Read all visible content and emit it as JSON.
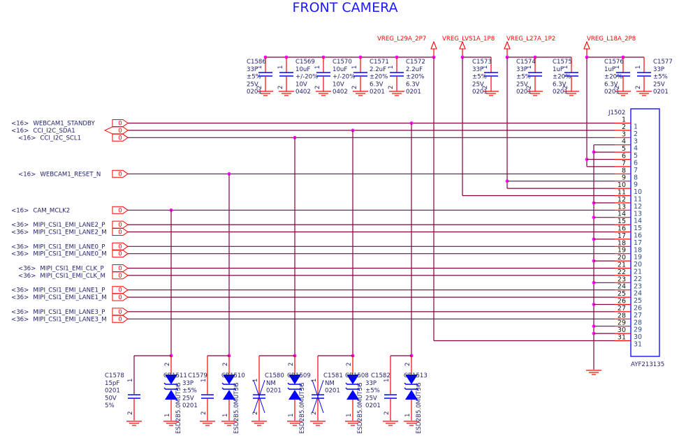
{
  "title": "FRONT CAMERA",
  "port_marker": "0",
  "pin_labels": {
    "one": "1",
    "two": "2"
  },
  "power_rails": [
    {
      "name": "VREG_L29A_2P7"
    },
    {
      "name": "VREG_LVS1A_1P8"
    },
    {
      "name": "VREG_L27A_1P2"
    },
    {
      "name": "VREG_L18A_2P8"
    }
  ],
  "top_caps": [
    {
      "ref": "C1586",
      "value": "33P",
      "tol": "±5%",
      "volt": "25V",
      "pkg": "0201"
    },
    {
      "ref": "C1569",
      "value": "10uF",
      "tol": "+/-20%",
      "volt": "10V",
      "pkg": "0402"
    },
    {
      "ref": "C1570",
      "value": "10uF",
      "tol": "+/-20%",
      "volt": "10V",
      "pkg": "0402"
    },
    {
      "ref": "C1571",
      "value": "2.2uF",
      "tol": "±20%",
      "volt": "6.3V",
      "pkg": "0201"
    },
    {
      "ref": "C1572",
      "value": "2.2uF",
      "tol": "±20%",
      "volt": "6.3V",
      "pkg": "0201"
    },
    {
      "ref": "C1573",
      "value": "33P",
      "tol": "±5%",
      "volt": "25V",
      "pkg": "0201"
    },
    {
      "ref": "C1574",
      "value": "33P",
      "tol": "±5%",
      "volt": "25V",
      "pkg": "0201"
    },
    {
      "ref": "C1575",
      "value": "1uF",
      "tol": "±20%",
      "volt": "6.3V",
      "pkg": "0201"
    },
    {
      "ref": "C1576",
      "value": "1uF",
      "tol": "±20%",
      "volt": "6.3V",
      "pkg": "0201"
    },
    {
      "ref": "C1577",
      "value": "33P",
      "tol": "±5%",
      "volt": "25V",
      "pkg": "0201"
    }
  ],
  "bottom_caps": [
    {
      "ref": "C1578",
      "value": "15pF",
      "pkg": "0201",
      "volt": "50V",
      "tol": "5%"
    },
    {
      "ref": "C1579",
      "value": "33P",
      "tol": "±5%",
      "volt": "25V",
      "pkg": "0201"
    },
    {
      "ref": "C1580",
      "value": "NM",
      "pkg": "0201"
    },
    {
      "ref": "C1581",
      "value": "NM",
      "pkg": "0201"
    },
    {
      "ref": "C1582",
      "value": "33P",
      "tol": "±5%",
      "volt": "25V",
      "pkg": "0201"
    }
  ],
  "diodes": [
    {
      "ref": "CR1511",
      "part": "ESD2B5.0MUT3G"
    },
    {
      "ref": "CR1510",
      "part": "ESD2B5.0MUT3G"
    },
    {
      "ref": "CR1509",
      "part": "ESD2B5.0MUT3G"
    },
    {
      "ref": "CR1508",
      "part": "ESD2B5.0MUT3G"
    },
    {
      "ref": "CR1513",
      "part": "ESD2B5.0MUT3G"
    }
  ],
  "signals": [
    {
      "sheet": "<16>",
      "name": "WEBCAM1_STANDBY",
      "pin": 1
    },
    {
      "sheet": "<16>",
      "name": "CCI_I2C_SDA1",
      "pin": 2
    },
    {
      "sheet": "<16>",
      "name": "CCI_I2C_SCL1",
      "pin": 3
    },
    {
      "sheet": "<16>",
      "name": "WEBCAM1_RESET_N",
      "pin": 8
    },
    {
      "sheet": "<16>",
      "name": "CAM_MCLK2",
      "pin": 13
    },
    {
      "sheet": "<36>",
      "name": "MIPI_CSI1_EMI_LANE2_P",
      "pin": 15
    },
    {
      "sheet": "<36>",
      "name": "MIPI_CSI1_EMI_LANE2_M",
      "pin": 16
    },
    {
      "sheet": "<36>",
      "name": "MIPI_CSI1_EMI_LANE0_P",
      "pin": 18
    },
    {
      "sheet": "<36>",
      "name": "MIPI_CSI1_EMI_LANE0_M",
      "pin": 19
    },
    {
      "sheet": "<36>",
      "name": "MIPI_CSI1_EMI_CLK_P",
      "pin": 21
    },
    {
      "sheet": "<36>",
      "name": "MIPI_CSI1_EMI_CLK_M",
      "pin": 22
    },
    {
      "sheet": "<36>",
      "name": "MIPI_CSI1_EMI_LANE1_P",
      "pin": 24
    },
    {
      "sheet": "<36>",
      "name": "MIPI_CSI1_EMI_LANE1_M",
      "pin": 25
    },
    {
      "sheet": "<36>",
      "name": "MIPI_CSI1_EMI_LANE3_P",
      "pin": 27
    },
    {
      "sheet": "<36>",
      "name": "MIPI_CSI1_EMI_LANE3_M",
      "pin": 28
    }
  ],
  "connector": {
    "ref": "J1502",
    "part": "AYF213135",
    "pins": [
      "1",
      "2",
      "3",
      "4",
      "5",
      "6",
      "7",
      "8",
      "9",
      "10",
      "11",
      "12",
      "13",
      "14",
      "15",
      "16",
      "17",
      "18",
      "19",
      "20",
      "21",
      "22",
      "23",
      "24",
      "25",
      "26",
      "27",
      "28",
      "29",
      "30",
      "31"
    ]
  },
  "colors": {
    "wire": "#800040",
    "pin": "#ff0000",
    "junction": "#ff00ff",
    "symbol": "#0000ff",
    "text": "#23236e"
  }
}
